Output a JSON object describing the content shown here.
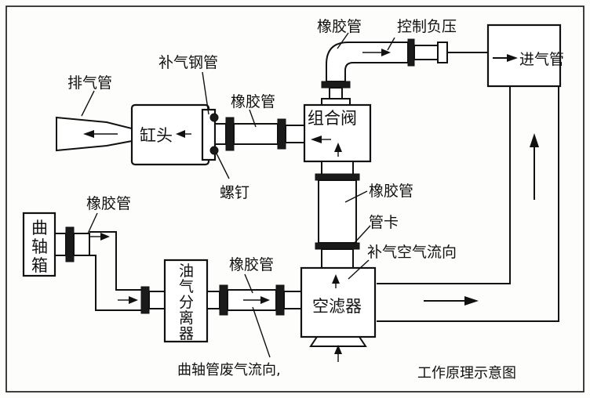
{
  "labels": {
    "exhaust_pipe": "排气管",
    "supplement_steel_pipe": "补气钢管",
    "rubber_tube_top": "橡胶管",
    "control_negative_pressure": "控制负压",
    "intake_pipe": "进气管",
    "cylinder_head": "缸头",
    "rubber_tube_head": "橡胶管",
    "combination_valve": "组合阀",
    "screw": "螺钉",
    "rubber_tube_vertical": "橡胶管",
    "pipe_clamp": "管卡",
    "supplement_air_flow": "补气空气流向",
    "crankcase_line1": "曲",
    "crankcase_line2": "轴",
    "crankcase_line3": "箱",
    "rubber_tube_crankcase": "橡胶管",
    "oil_separator_line1": "油",
    "oil_separator_line2": "气",
    "oil_separator_line3": "分",
    "oil_separator_line4": "离",
    "oil_separator_line5": "器",
    "rubber_tube_bottom": "橡胶管",
    "air_filter": "空滤器",
    "crankcase_gas_flow": "曲轴管废气流向,",
    "caption": "工作原理示意图"
  }
}
